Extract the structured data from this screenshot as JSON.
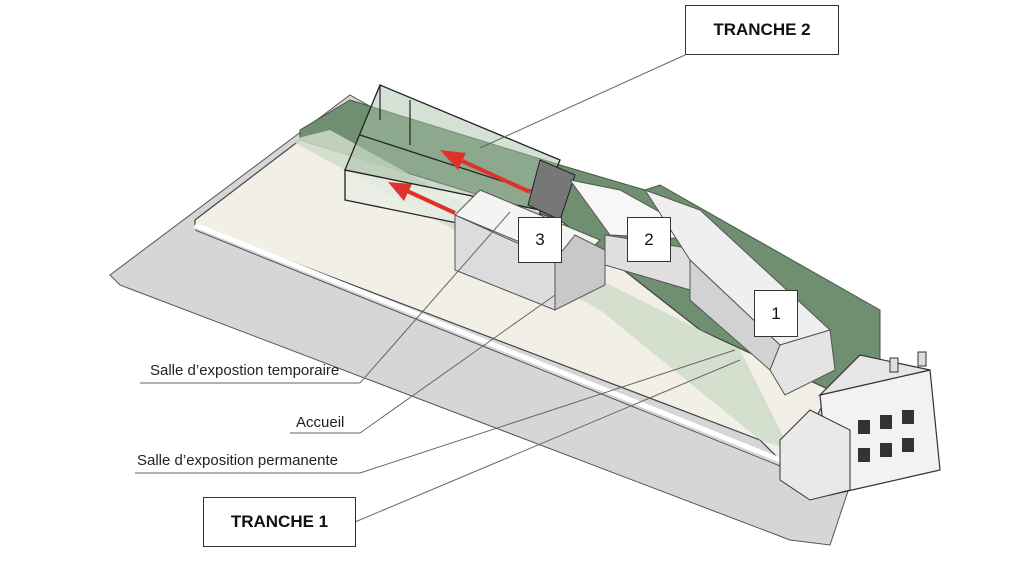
{
  "phases": {
    "tranche_2": "TRANCHE 2",
    "tranche_1": "TRANCHE 1"
  },
  "building_numbers": [
    "1",
    "2",
    "3"
  ],
  "legend_labels": {
    "temporary_exhibition": "Salle d’expostion temporaire",
    "reception": "Accueil",
    "permanent_exhibition": "Salle d’exposition permanente"
  },
  "colors": {
    "ground_grey": "#d6d6d6",
    "site_cream": "#f1efe6",
    "green_slope": "#6f8f70",
    "light_green": "#cfdcc9",
    "arrow_red": "#e0322c",
    "building_white": "#f4f4f4",
    "building_shadow": "#dcdcdc"
  },
  "arrow_count": 2
}
